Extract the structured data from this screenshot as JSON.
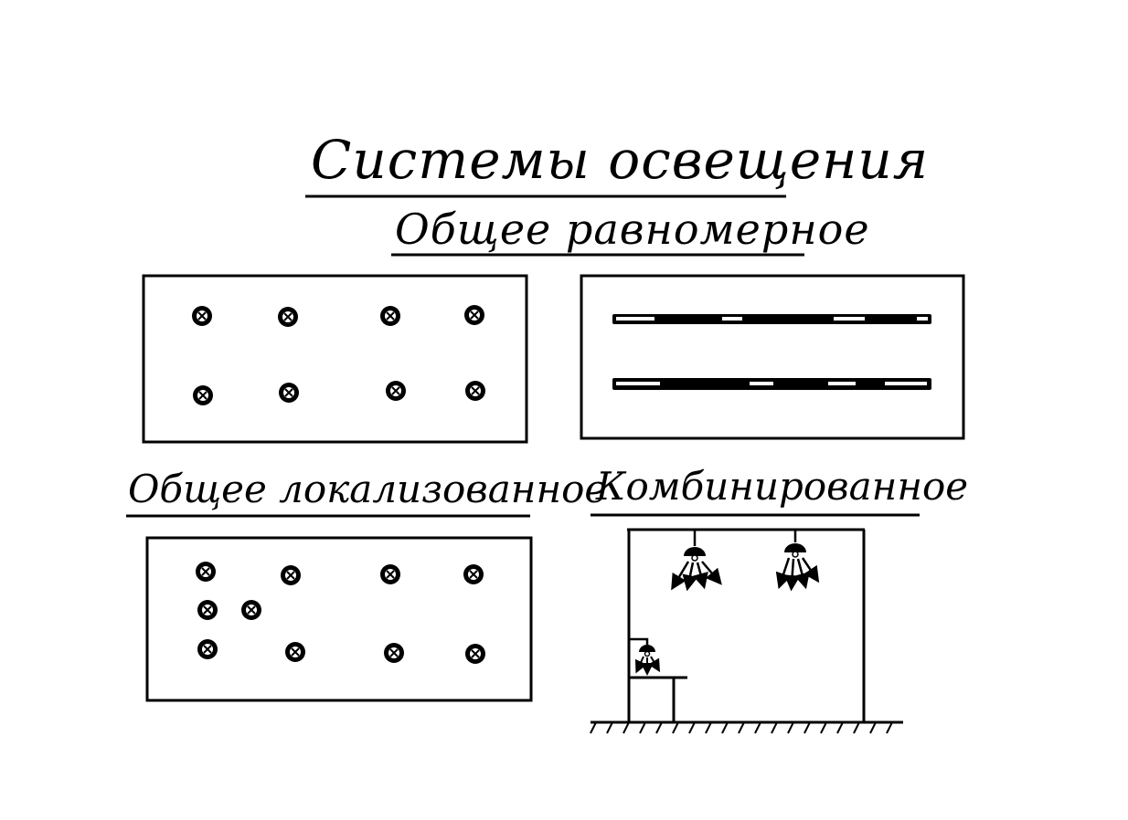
{
  "title": "Системы освещения",
  "sections": {
    "uniform": {
      "label": "Общее равномерное"
    },
    "localized": {
      "label": "Общее локализованное"
    },
    "combined": {
      "label": "Комбинированное"
    }
  },
  "colors": {
    "ink": "#000000",
    "paper": "#ffffff"
  },
  "icons": [
    "lamp-icon",
    "fluorescent-tube-icon",
    "pendant-lamp-icon",
    "local-lamp-icon"
  ]
}
